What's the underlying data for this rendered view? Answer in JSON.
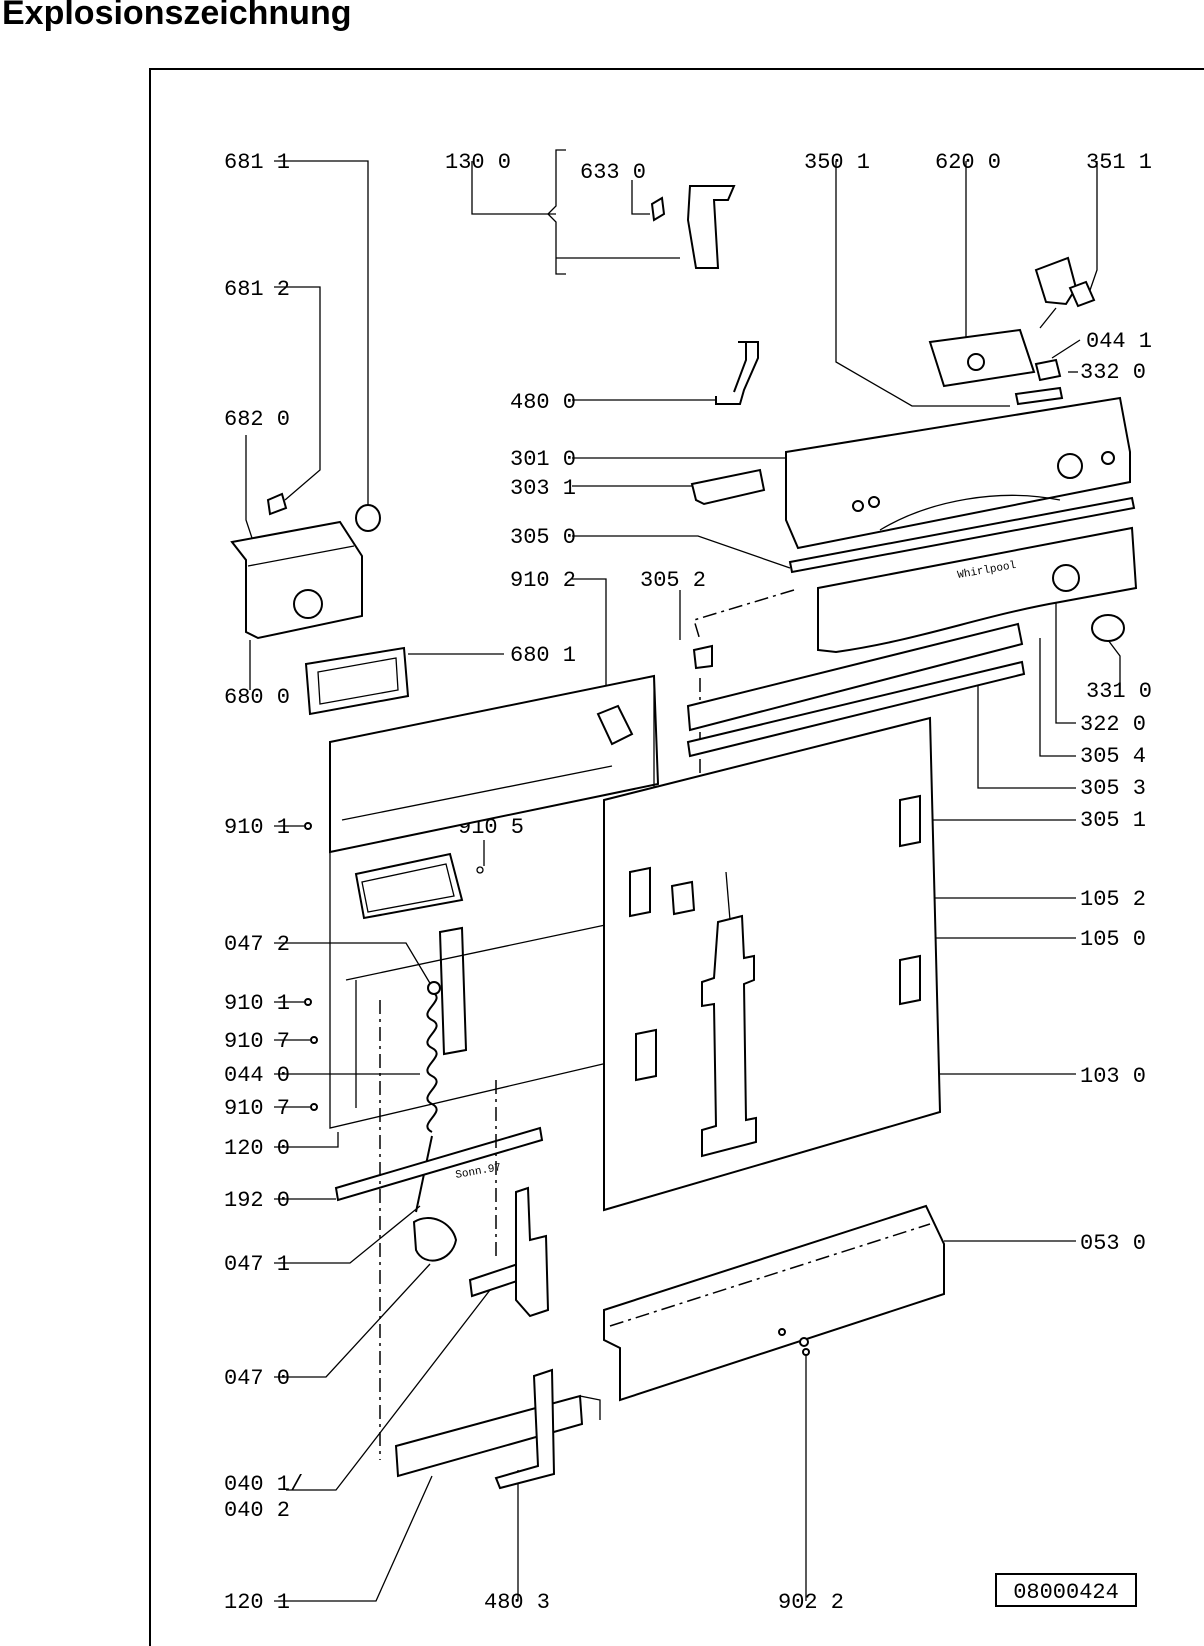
{
  "title": "Explosionszeichnung",
  "drawing_number": "08000424",
  "panel_brand": "Whirlpool",
  "sketch_note": "Sonn.97",
  "labels": {
    "l6811": "681 1",
    "l1300": "130 0",
    "l6330": "633 0",
    "l3501": "350 1",
    "l6200": "620 0",
    "l3511": "351 1",
    "l6812": "681 2",
    "l0441": "044 1",
    "l3320": "332 0",
    "l4800": "480 0",
    "l6820": "682 0",
    "l3010": "301 0",
    "l3031": "303 1",
    "l3050": "305 0",
    "l9102": "910 2",
    "l3052": "305 2",
    "l6801": "680 1",
    "l6800": "680 0",
    "l3310": "331 0",
    "l3220": "322 0",
    "l3054": "305 4",
    "l3053": "305 3",
    "l9101a": "910 1",
    "l9105": "910 5",
    "l3051": "305 1",
    "l1052": "105 2",
    "l0472": "047 2",
    "l1050": "105 0",
    "l9101b": "910 1",
    "l9107a": "910 7",
    "l0440": "044 0",
    "l1030": "103 0",
    "l9107b": "910 7",
    "l1200": "120 0",
    "l1920": "192 0",
    "l0471": "047 1",
    "l0530": "053 0",
    "l0470": "047 0",
    "l0401": "040 1/",
    "l0402": "040 2",
    "l1201": "120 1",
    "l4803": "480 3",
    "l9022": "902 2"
  }
}
